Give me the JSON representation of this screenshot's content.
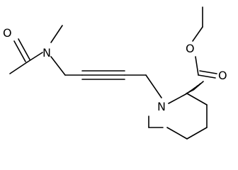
{
  "molecule": {
    "atoms": {
      "acetyl_oxygen": "O",
      "amide_nitrogen": "N",
      "ring_nitrogen": "N",
      "ester_ether_oxygen": "O",
      "ester_carbonyl_oxygen": "O"
    }
  }
}
